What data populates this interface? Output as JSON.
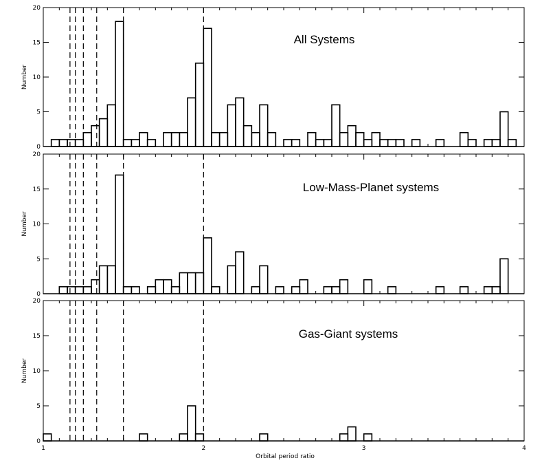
{
  "chart_data": [
    {
      "type": "bar",
      "title": "All Systems",
      "xlabel": "",
      "ylabel": "Number",
      "xlim": [
        1,
        4
      ],
      "ylim": [
        0,
        20
      ],
      "bin_width": 0.05,
      "x_ticks": [
        1,
        2,
        3,
        4
      ],
      "y_ticks": [
        0,
        5,
        10,
        15,
        20
      ],
      "resonance_lines": [
        1.1667,
        1.2,
        1.25,
        1.3333,
        1.5,
        2
      ],
      "bin_starts": [
        1.05,
        1.1,
        1.15,
        1.2,
        1.25,
        1.3,
        1.35,
        1.4,
        1.45,
        1.5,
        1.55,
        1.6,
        1.65,
        1.7,
        1.75,
        1.8,
        1.85,
        1.9,
        1.95,
        2.0,
        2.05,
        2.1,
        2.15,
        2.2,
        2.25,
        2.3,
        2.35,
        2.4,
        2.45,
        2.5,
        2.55,
        2.6,
        2.65,
        2.7,
        2.75,
        2.8,
        2.85,
        2.9,
        2.95,
        3.0,
        3.05,
        3.1,
        3.15,
        3.2,
        3.25,
        3.3,
        3.35,
        3.4,
        3.45,
        3.5,
        3.55,
        3.6,
        3.65,
        3.7,
        3.75,
        3.8,
        3.85,
        3.9
      ],
      "values": [
        1,
        1,
        1,
        1,
        2,
        3,
        4,
        6,
        18,
        1,
        1,
        2,
        1,
        0,
        2,
        2,
        2,
        7,
        12,
        17,
        2,
        2,
        6,
        7,
        3,
        2,
        6,
        2,
        0,
        1,
        1,
        0,
        2,
        1,
        1,
        6,
        2,
        3,
        2,
        1,
        2,
        1,
        1,
        1,
        0,
        1,
        0,
        0,
        1,
        0,
        0,
        2,
        1,
        0,
        1,
        1,
        5,
        1
      ],
      "grid": false,
      "legend": "none"
    },
    {
      "type": "bar",
      "title": "Low-Mass-Planet systems",
      "xlabel": "",
      "ylabel": "Number",
      "xlim": [
        1,
        4
      ],
      "ylim": [
        0,
        20
      ],
      "bin_width": 0.05,
      "x_ticks": [
        1,
        2,
        3,
        4
      ],
      "y_ticks": [
        0,
        5,
        10,
        15,
        20
      ],
      "resonance_lines": [
        1.1667,
        1.2,
        1.25,
        1.3333,
        1.5,
        2
      ],
      "bin_starts": [
        1.05,
        1.1,
        1.15,
        1.2,
        1.25,
        1.3,
        1.35,
        1.4,
        1.45,
        1.5,
        1.55,
        1.6,
        1.65,
        1.7,
        1.75,
        1.8,
        1.85,
        1.9,
        1.95,
        2.0,
        2.05,
        2.1,
        2.15,
        2.2,
        2.25,
        2.3,
        2.35,
        2.4,
        2.45,
        2.5,
        2.55,
        2.6,
        2.65,
        2.7,
        2.75,
        2.8,
        2.85,
        2.9,
        2.95,
        3.0,
        3.05,
        3.1,
        3.15,
        3.2,
        3.25,
        3.3,
        3.35,
        3.4,
        3.45,
        3.5,
        3.55,
        3.6,
        3.65,
        3.7,
        3.75,
        3.8,
        3.85,
        3.9
      ],
      "values": [
        0,
        1,
        1,
        1,
        1,
        2,
        4,
        4,
        17,
        1,
        1,
        0,
        1,
        2,
        2,
        1,
        3,
        3,
        3,
        8,
        1,
        0,
        4,
        6,
        0,
        1,
        4,
        0,
        1,
        0,
        1,
        2,
        0,
        0,
        1,
        1,
        2,
        0,
        0,
        2,
        0,
        0,
        1,
        0,
        0,
        0,
        0,
        0,
        1,
        0,
        0,
        1,
        0,
        0,
        1,
        1,
        5,
        0
      ],
      "grid": false,
      "legend": "none"
    },
    {
      "type": "bar",
      "title": "Gas-Giant systems",
      "xlabel": "Orbital period ratio",
      "ylabel": "Number",
      "xlim": [
        1,
        4
      ],
      "ylim": [
        0,
        20
      ],
      "bin_width": 0.05,
      "x_ticks": [
        1,
        2,
        3,
        4
      ],
      "y_ticks": [
        0,
        5,
        10,
        15,
        20
      ],
      "tick_labels": [
        "1",
        "2",
        "3",
        "4"
      ],
      "resonance_lines": [
        1.1667,
        1.2,
        1.25,
        1.3333,
        1.5,
        2
      ],
      "bin_starts": [
        1.05,
        1.1,
        1.15,
        1.2,
        1.25,
        1.3,
        1.35,
        1.4,
        1.45,
        1.5,
        1.55,
        1.6,
        1.65,
        1.7,
        1.75,
        1.8,
        1.85,
        1.9,
        1.95,
        2.0,
        2.05,
        2.1,
        2.15,
        2.2,
        2.25,
        2.3,
        2.35,
        2.4,
        2.45,
        2.5,
        2.55,
        2.6,
        2.65,
        2.7,
        2.75,
        2.8,
        2.85,
        2.9,
        2.95,
        3.0,
        3.05,
        3.1,
        3.15,
        3.2,
        3.25,
        3.3,
        3.35,
        3.4,
        3.45,
        3.5,
        3.55,
        3.6,
        3.65,
        3.7,
        3.75,
        3.8,
        3.85,
        3.9
      ],
      "values": [
        0,
        0,
        0,
        0,
        0,
        0,
        0,
        0,
        0,
        0,
        0,
        1,
        0,
        0,
        0,
        0,
        1,
        5,
        1,
        0,
        0,
        0,
        0,
        0,
        0,
        0,
        1,
        0,
        0,
        0,
        0,
        0,
        0,
        0,
        0,
        0,
        1,
        2,
        0,
        1,
        0,
        0,
        0,
        0,
        0,
        0,
        0,
        0,
        0,
        0,
        0,
        0,
        0,
        0,
        0,
        0,
        0,
        0
      ],
      "extra_bins": [
        {
          "start": 1.0,
          "value": 1
        }
      ],
      "grid": false,
      "legend": "none"
    }
  ]
}
